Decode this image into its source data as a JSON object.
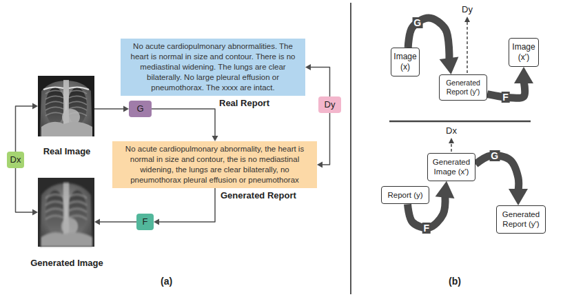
{
  "diagram": {
    "nodes": [
      {
        "text": [
          "Real Image"
        ]
      },
      {
        "text": [
          "G"
        ]
      },
      {
        "text": [
          "No acute cardiopulmonary abnormalities. The heart is normal in size and contour. There is no mediastinal widening. The lungs are clear bilaterally. No large pleural effusion or pneumothorax. The xxxx are intact.",
          "Real Report"
        ]
      },
      {
        "text": [
          "Dy"
        ]
      },
      {
        "text": [
          "Dx"
        ]
      },
      {
        "text": [
          "No acute cardiopulmonary abnormality, the heart is normal in size and contour, the is no mediastinal widening, the lungs are clear bilaterally, no pneumothorax pleural effusion or pneumothorax",
          "Generated Report"
        ]
      },
      {
        "text": [
          "F"
        ]
      },
      {
        "text": [
          "Generated Image"
        ]
      },
      {
        "text": [
          "Image (x)"
        ]
      },
      {
        "text": [
          "Image (x')"
        ]
      },
      {
        "text": [
          "Generated Report (y')"
        ]
      },
      {
        "text": [
          "Generated Image (x')"
        ]
      },
      {
        "text": [
          "Report (y)"
        ]
      },
      {
        "text": [
          "Generated Report (y')"
        ]
      }
    ],
    "edges": [
      {
        "from": 0,
        "to": 1,
        "arrow": "to"
      },
      {
        "from": 1,
        "to": 5,
        "arrow": "to"
      },
      {
        "from": 3,
        "to": 2,
        "arrow": "to"
      },
      {
        "from": 3,
        "to": 5,
        "arrow": "to"
      },
      {
        "from": 4,
        "to": 0,
        "arrow": "to"
      },
      {
        "from": 4,
        "to": 7,
        "arrow": "to"
      },
      {
        "from": 5,
        "to": 6,
        "arrow": "to"
      },
      {
        "from": 6,
        "to": 7,
        "arrow": "to"
      },
      {
        "from": 8,
        "to": 10,
        "label": "G",
        "arrow": "to"
      },
      {
        "from": 10,
        "to": 9,
        "label": "F",
        "arrow": "to"
      },
      {
        "from": 12,
        "to": 11,
        "label": "F",
        "arrow": "to"
      },
      {
        "from": 11,
        "to": 13,
        "label": "G",
        "arrow": "to"
      }
    ],
    "labels": [
      "Dy",
      "Dx",
      "(a)",
      "(b)"
    ]
  }
}
